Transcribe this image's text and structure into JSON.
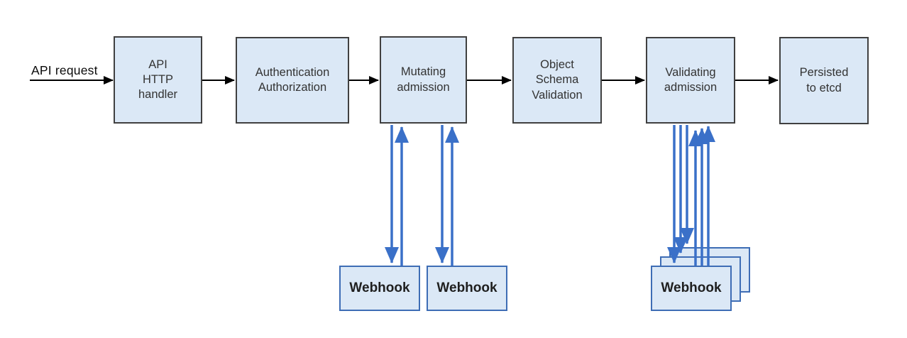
{
  "diagram": {
    "source_label": "API request",
    "flow_nodes": [
      {
        "id": "api-http-handler",
        "label": "API\nHTTP\nhandler"
      },
      {
        "id": "authentication-authorization",
        "label": "Authentication\nAuthorization"
      },
      {
        "id": "mutating-admission",
        "label": "Mutating\nadmission"
      },
      {
        "id": "object-schema-validation",
        "label": "Object\nSchema\nValidation"
      },
      {
        "id": "validating-admission",
        "label": "Validating\nadmission"
      },
      {
        "id": "persisted-to-etcd",
        "label": "Persisted\nto etcd"
      }
    ],
    "mutating_webhooks": [
      {
        "label": "Webhook"
      },
      {
        "label": "Webhook"
      }
    ],
    "validating_webhooks": {
      "front_label": "Webhook",
      "stacked_count": 3
    },
    "colors": {
      "node_fill": "#dbe8f6",
      "node_border": "#404040",
      "webhook_border": "#3e6db5",
      "arrow_blue": "#3a70c8",
      "arrow_black": "#000000",
      "text": "#333333"
    }
  }
}
